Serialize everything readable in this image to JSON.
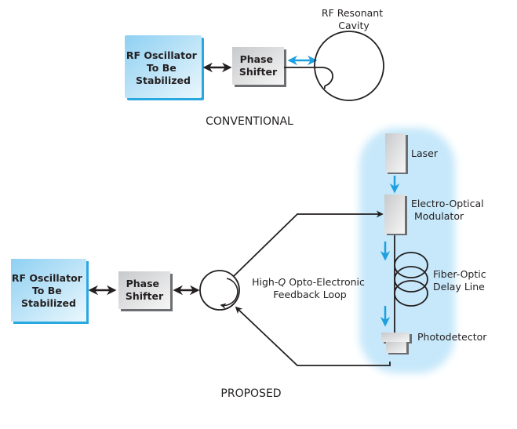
{
  "conventional": {
    "caption": "CONVENTIONAL",
    "oscillator": {
      "lines": [
        "RF Oscillator",
        "To Be",
        "Stabilized"
      ]
    },
    "phase_shifter": {
      "lines": [
        "Phase",
        "Shifter"
      ]
    },
    "cavity": {
      "lines": [
        "RF Resonant",
        "Cavity"
      ]
    }
  },
  "proposed": {
    "caption": "PROPOSED",
    "oscillator": {
      "lines": [
        "RF Oscillator",
        "To Be",
        "Stabilized"
      ]
    },
    "phase_shifter": {
      "lines": [
        "Phase",
        "Shifter"
      ]
    },
    "loop_label": {
      "prefix": "High-",
      "italic": "Q",
      "suffix": " Opto-Electronic",
      "line2": "Feedback Loop"
    },
    "laser": {
      "label": "Laser"
    },
    "modulator": {
      "lines": [
        "Electro-Optical",
        "Modulator"
      ]
    },
    "delay_line": {
      "lines": [
        "Fiber-Optic",
        "Delay Line"
      ]
    },
    "photodetector": {
      "label": "Photodetector"
    }
  },
  "colors": {
    "optical_region": "#c6e8fa",
    "oscillator_fill_start": "#8fd0f2",
    "oscillator_fill_end": "#e8f6fd",
    "oscillator_shadow": "#29a8e0",
    "optical_arrow": "#1e9fe0",
    "line": "#231f20",
    "box_shadow": "#6d6e71"
  }
}
